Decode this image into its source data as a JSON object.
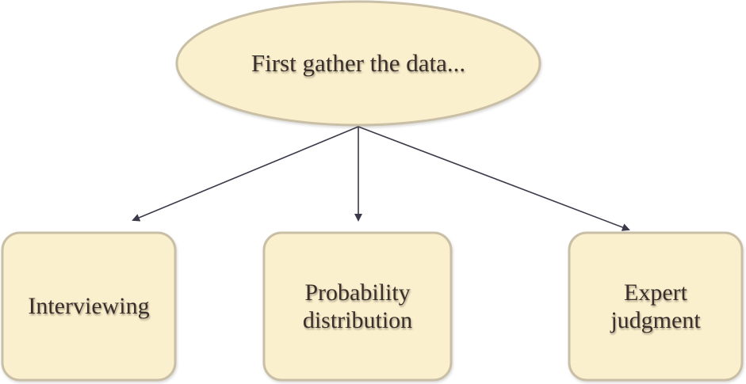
{
  "diagram": {
    "root": {
      "label": "First gather the data..."
    },
    "children": [
      {
        "label": "Interviewing"
      },
      {
        "label": "Probability\ndistribution"
      },
      {
        "label": "Expert\njudgment"
      }
    ]
  },
  "colors": {
    "node_fill": "#fbf0cd",
    "node_stroke": "#c9bfa7",
    "arrow": "#3a3a4a",
    "text": "#3a2f2a"
  }
}
